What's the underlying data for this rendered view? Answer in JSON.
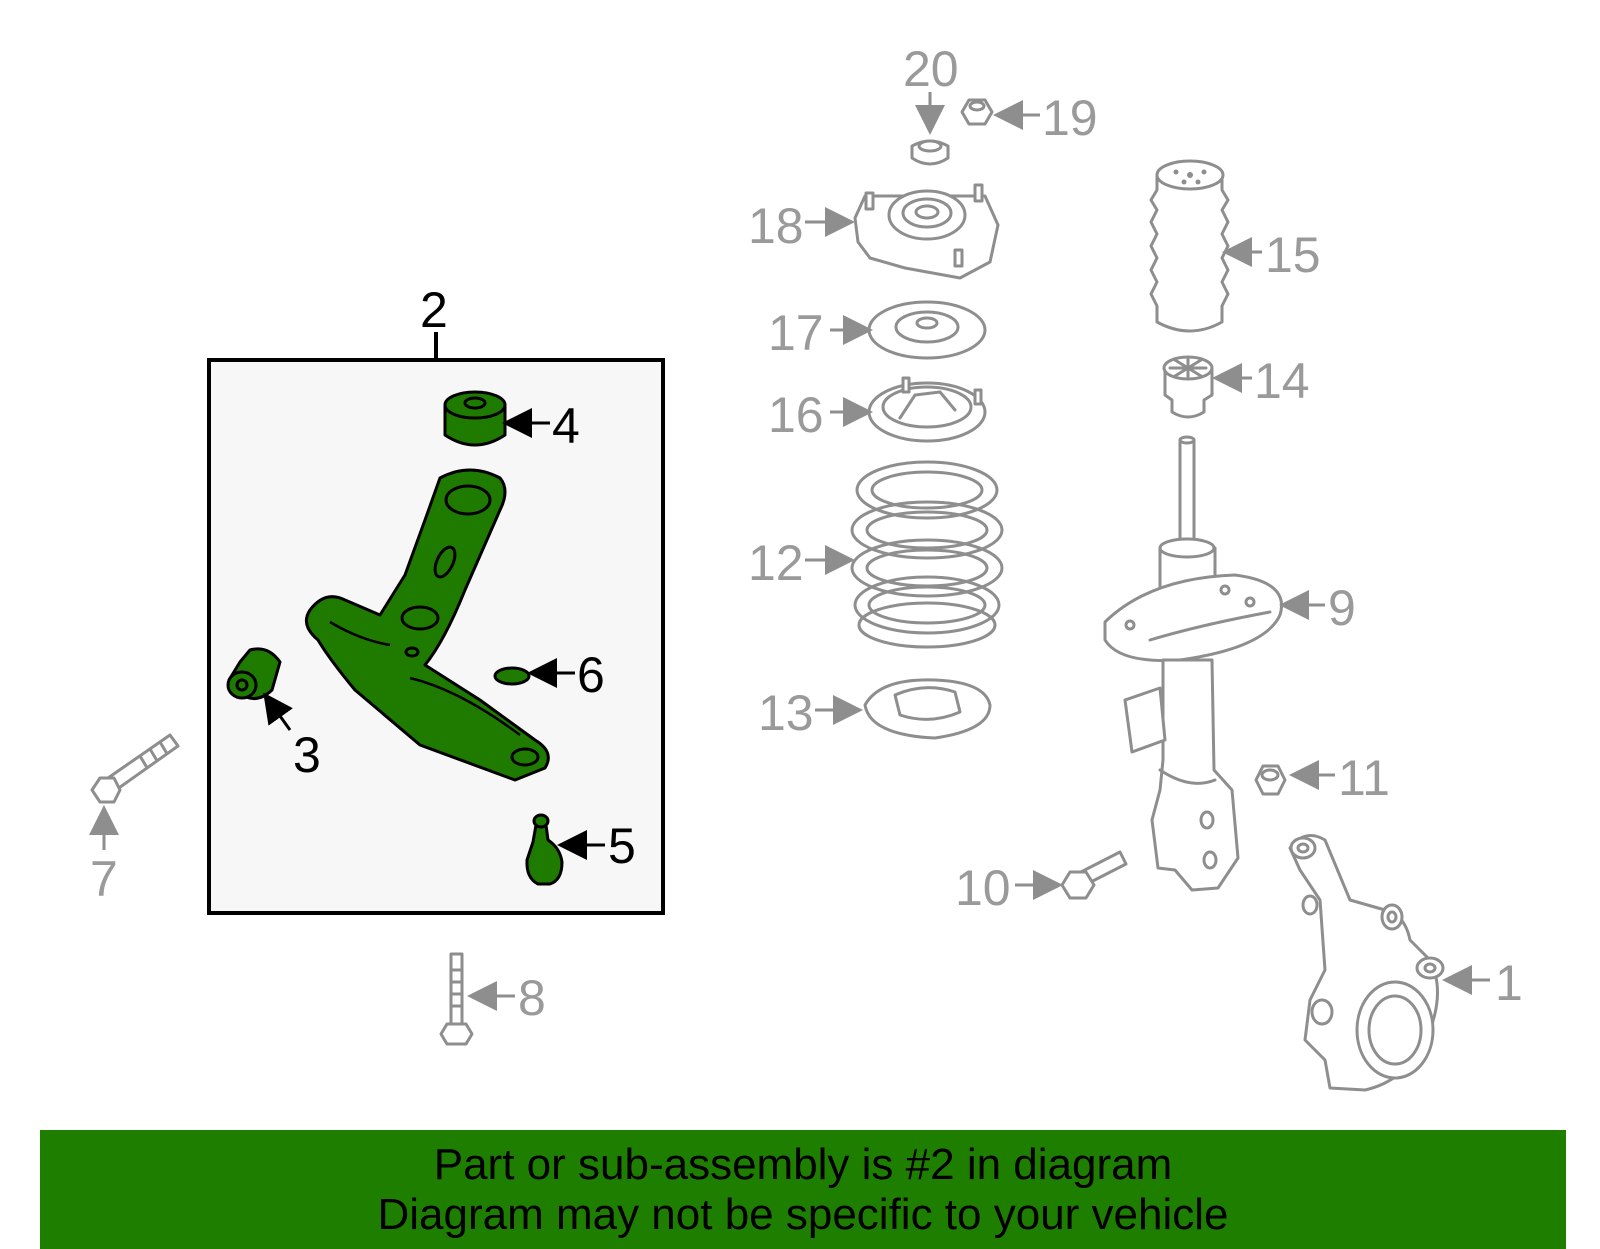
{
  "callouts": {
    "c1": "1",
    "c2": "2",
    "c3": "3",
    "c4": "4",
    "c5": "5",
    "c6": "6",
    "c7": "7",
    "c8": "8",
    "c9": "9",
    "c10": "10",
    "c11": "11",
    "c12": "12",
    "c13": "13",
    "c14": "14",
    "c15": "15",
    "c16": "16",
    "c17": "17",
    "c18": "18",
    "c19": "19",
    "c20": "20"
  },
  "banner": {
    "line1": "Part or sub-assembly is #2 in diagram",
    "line2": "Diagram may not be specific to your vehicle"
  },
  "colors": {
    "highlight": "#1f7a00",
    "banner": "#1e7e00",
    "part_outline": "#8e8e8e"
  }
}
